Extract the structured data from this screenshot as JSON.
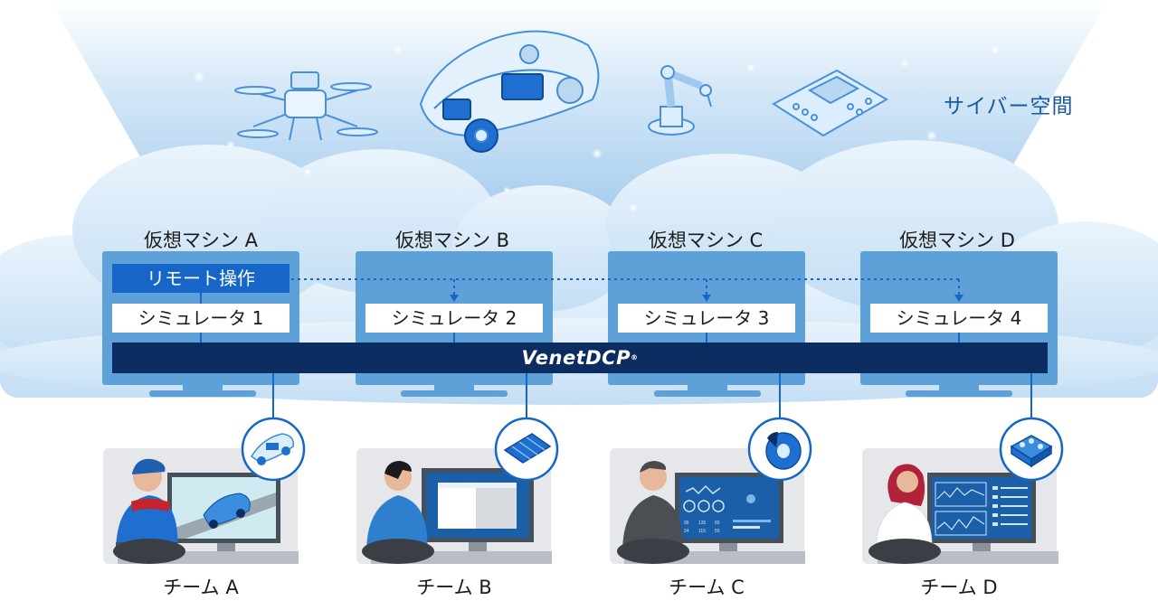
{
  "cyber_space_label": "サイバー空間",
  "platform_label": "VenetDCP",
  "platform_mark": "®",
  "remote_label": "リモート操作",
  "virtual_machines": [
    {
      "label": "仮想マシン A",
      "simulator": "シミュレータ 1"
    },
    {
      "label": "仮想マシン B",
      "simulator": "シミュレータ 2"
    },
    {
      "label": "仮想マシン C",
      "simulator": "シミュレータ 3"
    },
    {
      "label": "仮想マシン D",
      "simulator": "シミュレータ 4"
    }
  ],
  "teams": [
    {
      "label": "チーム A",
      "part_icon": "car-icon"
    },
    {
      "label": "チーム B",
      "part_icon": "battery-module-icon"
    },
    {
      "label": "チーム C",
      "part_icon": "brake-disc-icon"
    },
    {
      "label": "チーム D",
      "part_icon": "engine-block-icon"
    }
  ],
  "dashboard_numbers": [
    "95",
    "135",
    "65",
    "24",
    "115",
    "55"
  ],
  "colors": {
    "accent": "#1566c7",
    "platform": "#0b2d61",
    "monitor": "#5da1d8",
    "cloud": "#d6e9f8"
  }
}
